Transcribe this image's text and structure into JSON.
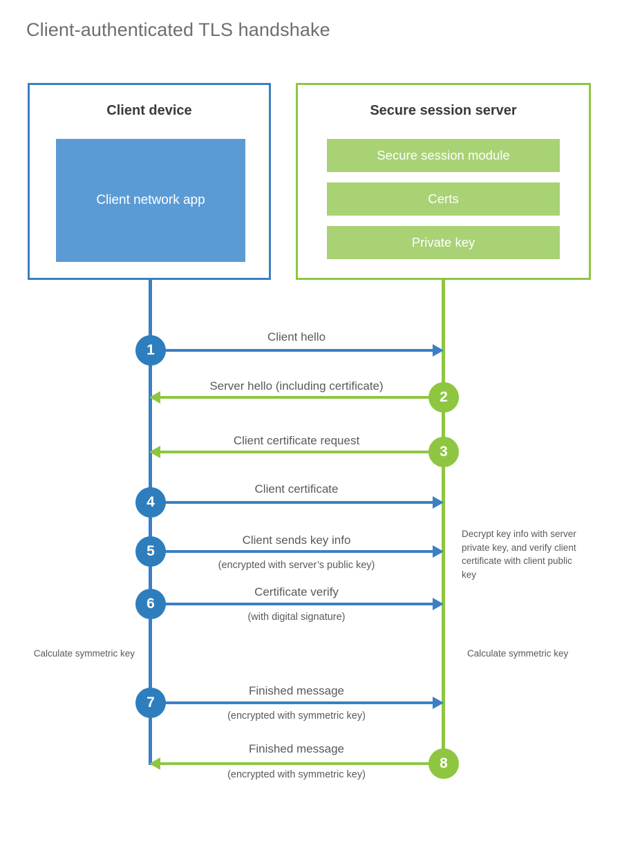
{
  "title": "Client-authenticated TLS handshake",
  "colors": {
    "client_accent": "#3b7fc4",
    "client_fill": "#5b9bd5",
    "client_badge": "#2e7ebd",
    "server_accent": "#8ec641",
    "server_fill": "#a8d274",
    "text": "#58595b",
    "heading": "#3a3a3a",
    "title": "#6d6e71",
    "background": "#ffffff"
  },
  "client": {
    "title": "Client device",
    "app_label": "Client network app"
  },
  "server": {
    "title": "Secure session server",
    "components": [
      "Secure session module",
      "Certs",
      "Private key"
    ]
  },
  "steps": [
    {
      "number": "1",
      "label": "Client hello",
      "sublabel": "",
      "direction": "client-to-server",
      "color": "blue"
    },
    {
      "number": "2",
      "label": "Server hello (including certificate)",
      "sublabel": "",
      "direction": "server-to-client",
      "color": "green"
    },
    {
      "number": "3",
      "label": "Client certificate request",
      "sublabel": "",
      "direction": "server-to-client",
      "color": "green"
    },
    {
      "number": "4",
      "label": "Client certificate",
      "sublabel": "",
      "direction": "client-to-server",
      "color": "blue"
    },
    {
      "number": "5",
      "label": "Client sends key info",
      "sublabel": "(encrypted with server’s public key)",
      "direction": "client-to-server",
      "color": "blue"
    },
    {
      "number": "6",
      "label": "Certificate verify",
      "sublabel": "(with digital signature)",
      "direction": "client-to-server",
      "color": "blue"
    },
    {
      "number": "7",
      "label": "Finished message",
      "sublabel": "(encrypted with symmetric key)",
      "direction": "client-to-server",
      "color": "blue"
    },
    {
      "number": "8",
      "label": "Finished message",
      "sublabel": "(encrypted with symmetric key)",
      "direction": "server-to-client",
      "color": "green"
    }
  ],
  "notes": {
    "decrypt": "Decrypt key info with server private key, and verify client certificate with client public key",
    "calculate_client": "Calculate symmetric key",
    "calculate_server": "Calculate symmetric key"
  }
}
